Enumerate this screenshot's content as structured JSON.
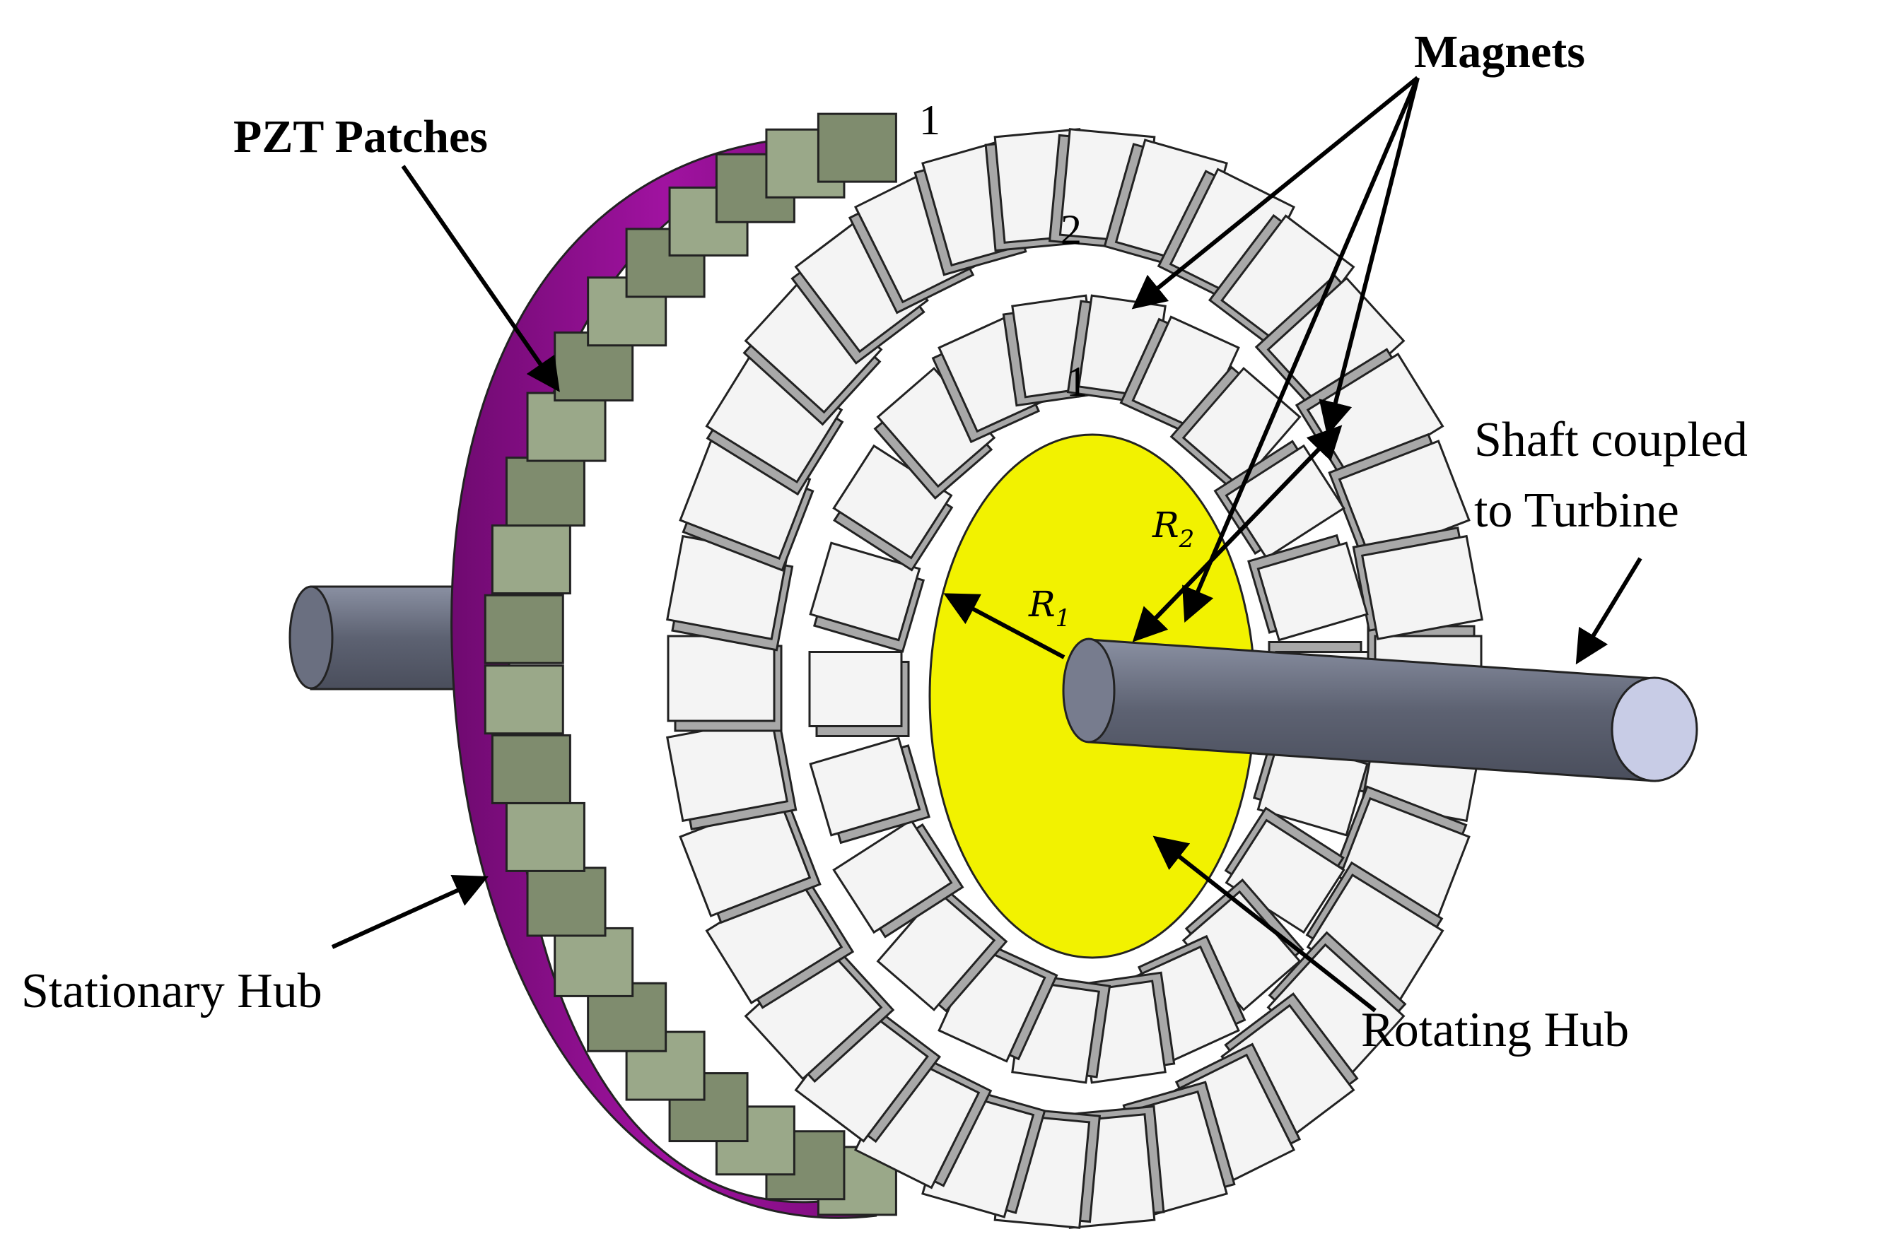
{
  "labels": {
    "pzt_patches": "PZT Patches",
    "magnets": "Magnets",
    "shaft_line1": "Shaft coupled",
    "shaft_line2": "to Turbine",
    "stationary_hub": "Stationary Hub",
    "rotating_hub": "Rotating Hub",
    "r1": "R",
    "r1_sub": "1",
    "r2": "R",
    "r2_sub": "2",
    "index_1_top": "1",
    "index_2": "2",
    "index_1_inner": "1"
  },
  "colors": {
    "stationary_hub": "#9a0f9a",
    "rotating_hub": "#f2f200",
    "pzt_patch": "#8c9a7a",
    "magnet_face": "#f4f4f4",
    "magnet_side": "#a8a8a8",
    "shaft": "#6b7080",
    "shaft_end": "#c8cce6"
  }
}
